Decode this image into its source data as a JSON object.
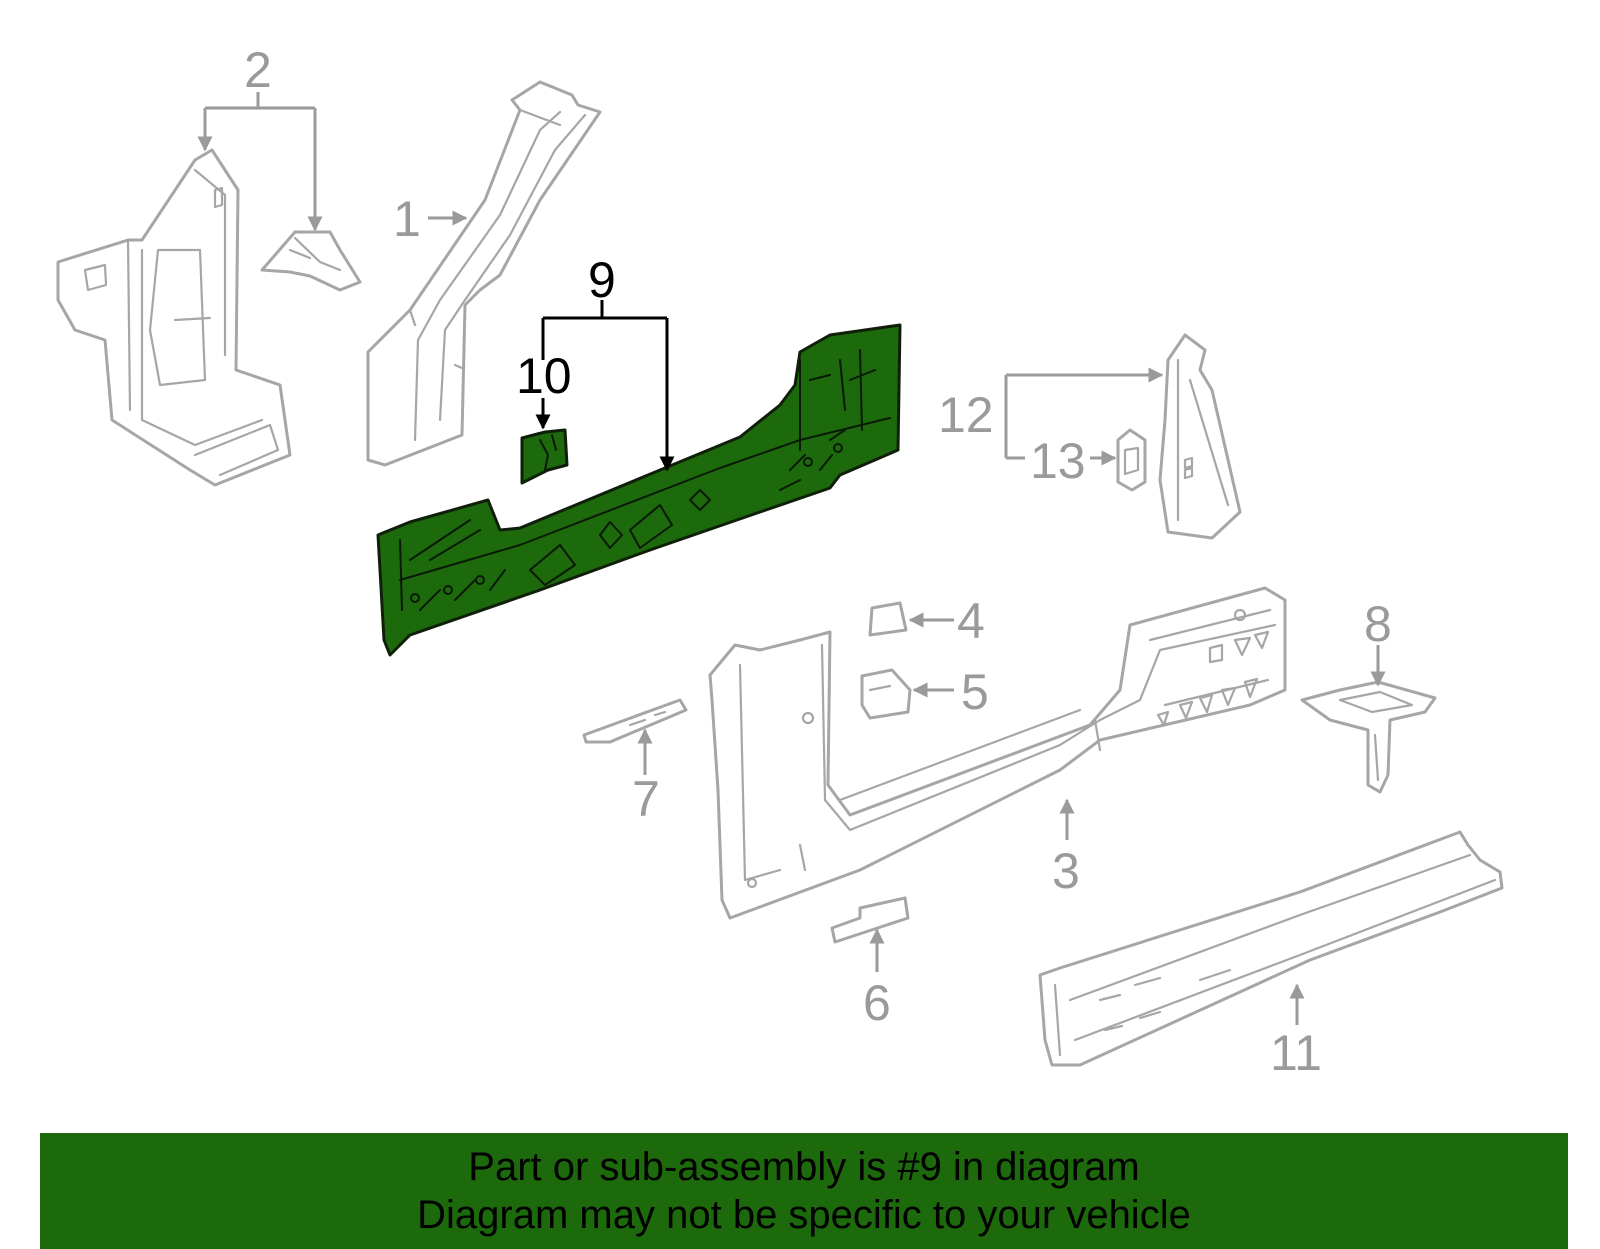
{
  "callouts": {
    "c1": "1",
    "c2": "2",
    "c3": "3",
    "c4": "4",
    "c5": "5",
    "c6": "6",
    "c7": "7",
    "c8": "8",
    "c9": "9",
    "c10": "10",
    "c11": "11",
    "c12": "12",
    "c13": "13"
  },
  "highlighted_part": "9",
  "banner": {
    "line1": "Part or sub-assembly is #9 in diagram",
    "line2": "Diagram may not be specific to your vehicle"
  },
  "colors": {
    "highlight": "#1d6a0c",
    "part_outline": "#a6a6a6",
    "label_grey": "#9a9a9a",
    "label_black": "#000000",
    "background": "#ffffff"
  }
}
